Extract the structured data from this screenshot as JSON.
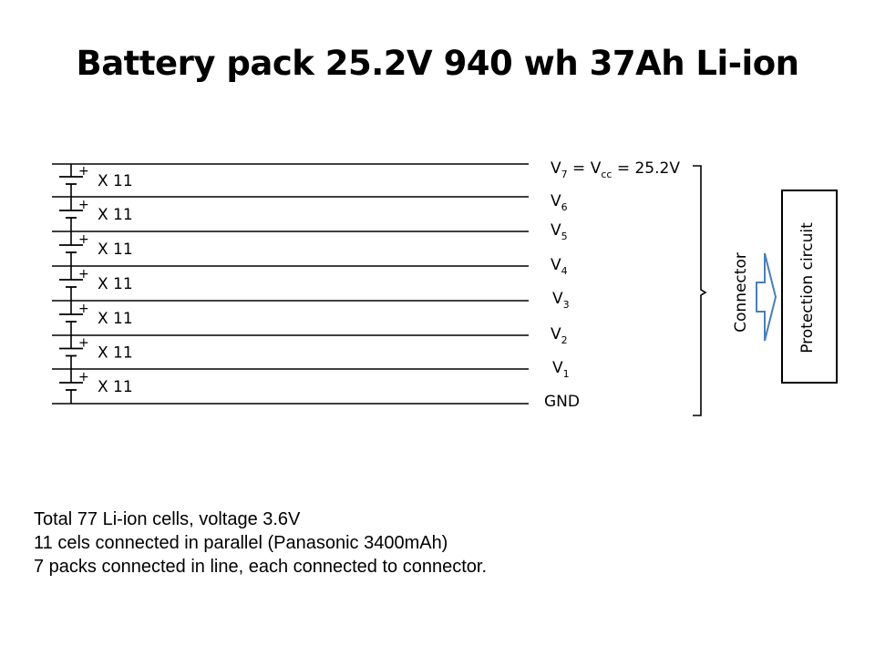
{
  "title": "Battery pack 25.2V 940 wh 37Ah Li-ion",
  "cell_groups": [
    {
      "count_label": "X 11"
    },
    {
      "count_label": "X 11"
    },
    {
      "count_label": "X 11"
    },
    {
      "count_label": "X 11"
    },
    {
      "count_label": "X 11"
    },
    {
      "count_label": "X 11"
    },
    {
      "count_label": "X 11"
    }
  ],
  "terminal_symbol": "+",
  "voltage_labels": [
    {
      "base": "V",
      "sub": "7",
      "suffix_parts": [
        " = V",
        "cc",
        " = 25.2V"
      ]
    },
    {
      "base": "V",
      "sub": "6"
    },
    {
      "base": "V",
      "sub": "5"
    },
    {
      "base": "V",
      "sub": "4"
    },
    {
      "base": "V",
      "sub": "3"
    },
    {
      "base": "V",
      "sub": "2"
    },
    {
      "base": "V",
      "sub": "1"
    },
    {
      "base": "GND"
    }
  ],
  "connector_label": "Connector",
  "protection_label": "Protection circuit",
  "notes": [
    "Total 77 Li-ion cells, voltage 3.6V",
    "11 cels connected in parallel (Panasonic 3400mAh)",
    "7 packs connected in line, each connected to connector."
  ],
  "colors": {
    "line": "#000000",
    "arrow_stroke": "#4a7ebb",
    "arrow_fill": "#ffffff"
  }
}
